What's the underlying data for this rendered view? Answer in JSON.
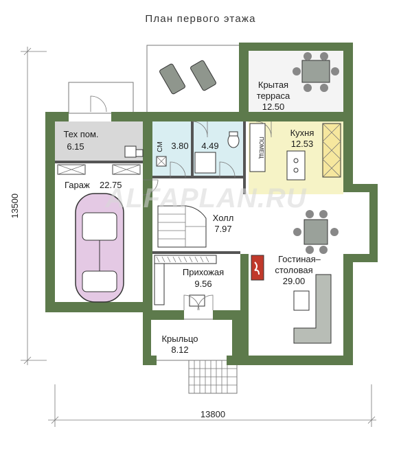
{
  "title": "План первого этажа",
  "dimensions": {
    "width": "13800",
    "height": "13500"
  },
  "watermark": "ALFAPLAN.RU",
  "rooms": {
    "terrace": {
      "name1": "Крытая",
      "name2": "терраса",
      "area": "12.50"
    },
    "tech": {
      "name": "Тех пом.",
      "area": "6.15"
    },
    "garage": {
      "name": "Гараж",
      "area": "22.75"
    },
    "wc": {
      "name": "СМ",
      "area": "3.80"
    },
    "bath": {
      "area": "4.49"
    },
    "kitchen": {
      "name": "Кухня",
      "area": "12.53"
    },
    "hall": {
      "name": "Холл",
      "area": "7.97"
    },
    "entry": {
      "name": "Прихожая",
      "area": "9.56"
    },
    "living": {
      "name1": "Гостиная–",
      "name2": "столовая",
      "area": "29.00"
    },
    "porch": {
      "name": "Крыльцо",
      "area": "8.12"
    },
    "pantry": {
      "name": "ПОМЕЩ"
    }
  },
  "colors": {
    "wall": "#5d7a4c",
    "kitchen": "#f6f3c6",
    "wet": "#d9eef2",
    "tech": "#d8d8d8",
    "floor": "#ffffff",
    "outdoor": "#f4f4f4"
  }
}
